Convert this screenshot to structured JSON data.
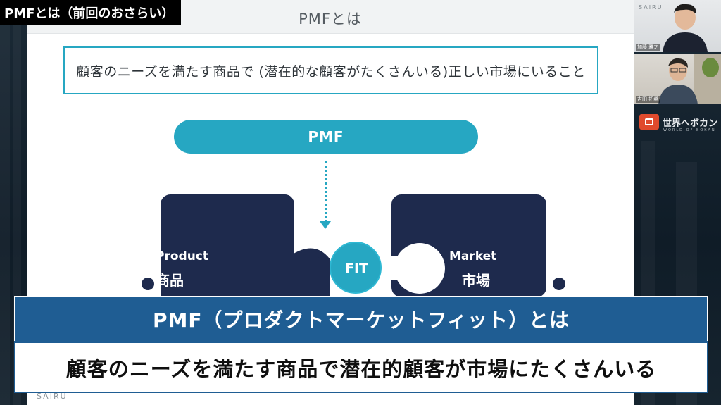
{
  "tag": {
    "label": "PMFとは（前回のおさらい）"
  },
  "slide": {
    "title": "PMFとは",
    "definition": "顧客のニーズを満たす商品で (潜在的な顧客がたくさんいる)正しい市場にいること",
    "pill_label": "PMF",
    "product_en": "Product",
    "product_ja": "商品",
    "fit_label": "FIT",
    "market_en": "Market",
    "market_ja": "市場",
    "footer": "SAIRU"
  },
  "video": {
    "brand_label": "SAIRU",
    "participant1": "加藤 雅之",
    "participant2": "吉田 拓希",
    "channel_name": "世界へボカン",
    "channel_sub": "WORLD OF BOKAN"
  },
  "caption": {
    "heading": "PMF（プロダクトマーケットフィット）とは",
    "body": "顧客のニーズを満たす商品で潜在的顧客が市場にたくさんいる"
  },
  "colors": {
    "accent": "#26a7c2",
    "navy": "#1e2a4d",
    "caption_blue": "#1f5d93"
  }
}
